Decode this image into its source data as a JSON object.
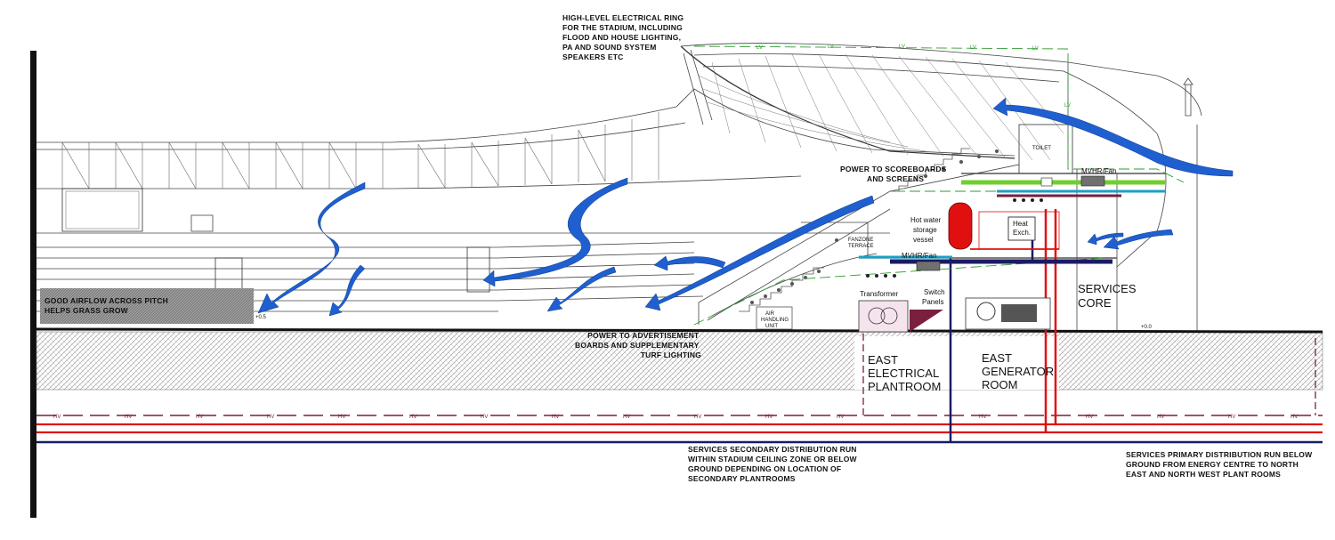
{
  "annotations": {
    "ring_lines": [
      "HIGH-LEVEL ELECTRICAL RING",
      "FOR THE STADIUM, INCLUDING",
      "FLOOD AND HOUSE LIGHTING,",
      "PA AND SOUND SYSTEM",
      "SPEAKERS ETC"
    ],
    "scoreboards_lines": [
      "POWER TO SCOREBOARDS",
      "AND SCREENS"
    ],
    "airflow_lines": [
      "GOOD AIRFLOW ACROSS PITCH",
      "HELPS GRASS GROW"
    ],
    "advert_lines": [
      "POWER TO ADVERTISEMENT",
      "BOARDS AND SUPPLEMENTARY",
      "TURF LIGHTING"
    ],
    "secondary_lines": [
      "SERVICES SECONDARY DISTRIBUTION RUN",
      "WITHIN STADIUM CEILING ZONE OR BELOW",
      "GROUND DEPENDING ON LOCATION OF",
      "SECONDARY PLANTROOMS"
    ],
    "primary_lines": [
      "SERVICES PRIMARY  DISTRIBUTION RUN  BELOW",
      "GROUND FROM ENERGY CENTRE TO NORTH",
      "EAST AND NORTH WEST PLANT ROOMS"
    ]
  },
  "rooms": {
    "services_core": [
      "SERVICES",
      "CORE"
    ],
    "east_electrical": [
      "EAST",
      "ELECTRICAL",
      "PLANTROOM"
    ],
    "east_generator": [
      "EAST",
      "GENERATOR",
      "ROOM"
    ]
  },
  "equipment": {
    "mvhr_upper": "MVHR/Fan",
    "mvhr_lower": "MVHR/Fan",
    "hot_water": [
      "Hot water",
      "storage",
      "vessel"
    ],
    "heat_exch": [
      "Heat",
      "Exch."
    ],
    "transformer": "Transformer",
    "switch_panels": [
      "Switch",
      "Panels"
    ],
    "toilet": "TOILET",
    "fanzone": [
      "FANZONE",
      "TERRACE"
    ],
    "ahu": [
      "AIR",
      "HANDLING",
      "UNIT"
    ]
  },
  "levels": {
    "left": "+0.5",
    "right": "+0.0"
  },
  "cable_tags": {
    "hv": "HV",
    "lv": "LV"
  },
  "colors": {
    "airflow": "#1f5fcf",
    "hv_cable": "#7a1f3d",
    "lv_cable": "#2e9e2e",
    "heating_red": "#e01010",
    "navy_duct": "#1a1a66",
    "cyan_duct": "#1aa0c8",
    "green_duct": "#6fcf2f"
  }
}
